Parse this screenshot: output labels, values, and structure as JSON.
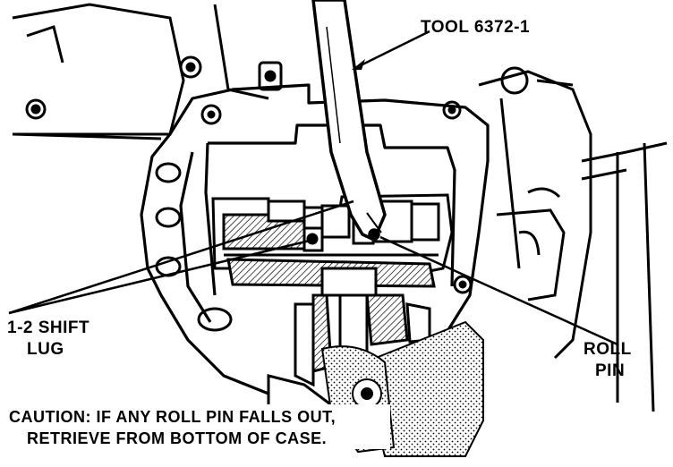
{
  "labels": {
    "tool": "TOOL 6372-1",
    "shift_lug_line1": "1-2 SHIFT",
    "shift_lug_line2": "LUG",
    "roll_pin_line1": "ROLL",
    "roll_pin_line2": "PIN",
    "caution_line1": "CAUTION: IF ANY ROLL PIN FALLS OUT,",
    "caution_line2": "RETRIEVE FROM BOTTOM OF CASE."
  },
  "colors": {
    "ink": "#000000",
    "paper": "#ffffff"
  }
}
